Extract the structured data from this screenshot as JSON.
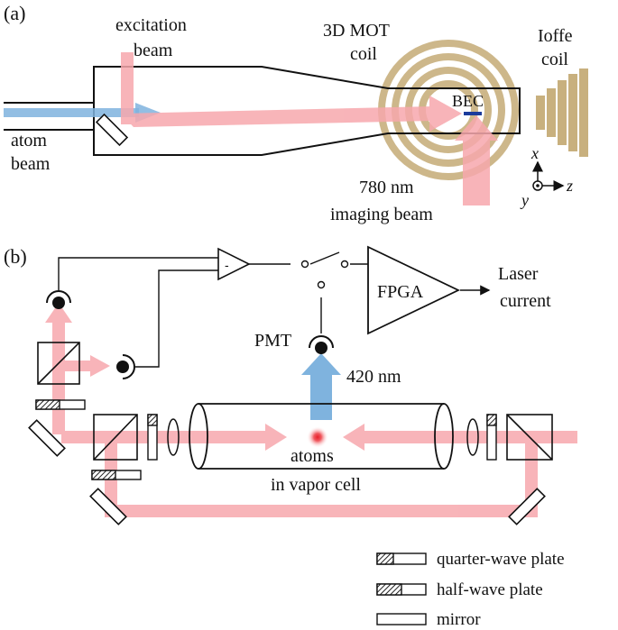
{
  "panel_a": {
    "label": "(a)",
    "excitation_beam": [
      "excitation",
      "beam"
    ],
    "atom_beam": [
      "atom",
      "beam"
    ],
    "mot_coil": [
      "3D MOT",
      "coil"
    ],
    "ioffe_coil": [
      "Ioffe",
      "coil"
    ],
    "bec": "BEC",
    "imaging_beam": [
      "780 nm",
      "imaging beam"
    ],
    "axes": {
      "x": "x",
      "y": "y",
      "z": "z"
    }
  },
  "panel_b": {
    "label": "(b)",
    "fpga": "FPGA",
    "minus": "-",
    "laser_current": [
      "Laser",
      "current"
    ],
    "pmt": "PMT",
    "wavelength": "420 nm",
    "atoms": [
      "atoms",
      "in vapor cell"
    ]
  },
  "legend": {
    "quarter_wave": "quarter-wave plate",
    "half_wave": "half-wave plate",
    "mirror": "mirror"
  },
  "colors": {
    "laser_beam": "#f7a8ad",
    "blue_beam": "#7fb3de",
    "coil": "#c8b07e",
    "atoms_center": "#e8202a"
  }
}
